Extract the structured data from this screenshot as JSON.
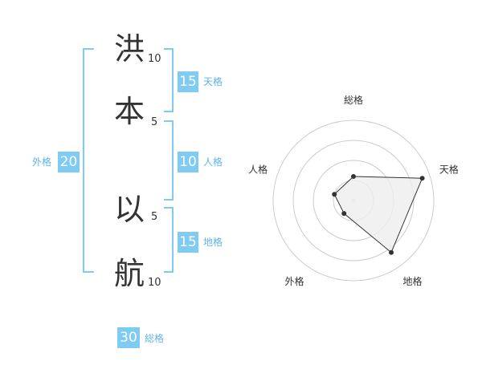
{
  "name": {
    "characters": [
      {
        "char": "洪",
        "strokes": "10"
      },
      {
        "char": "本",
        "strokes": "5"
      },
      {
        "char": "以",
        "strokes": "5"
      },
      {
        "char": "航",
        "strokes": "10"
      }
    ]
  },
  "kakusu": {
    "tenkaku": {
      "value": "15",
      "label": "天格"
    },
    "jinkaku": {
      "value": "10",
      "label": "人格"
    },
    "chikaku": {
      "value": "15",
      "label": "地格"
    },
    "gaikaku": {
      "value": "20",
      "label": "外格"
    },
    "soukaku": {
      "value": "30",
      "label": "総格"
    }
  },
  "colors": {
    "accent": "#7ecbf3",
    "accent_text": "#5fb4e6",
    "text": "#333333",
    "radar_fill": "#eeeeee",
    "radar_ring": "#cccccc"
  },
  "chart_data": {
    "type": "radar",
    "axes": [
      "総格",
      "天格",
      "地格",
      "外格",
      "人格"
    ],
    "values": [
      0.3,
      0.9,
      0.8,
      0.2,
      0.25
    ],
    "rings": 4
  }
}
